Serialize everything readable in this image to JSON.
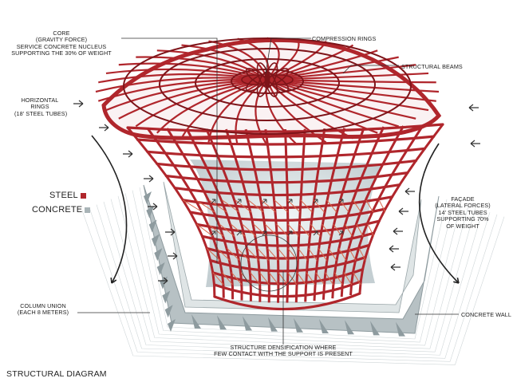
{
  "diagram": {
    "title": "STRUCTURAL DIAGRAM",
    "colors": {
      "steel": "#b0262c",
      "steel_dark": "#7e1419",
      "concrete": "#a9b4b7",
      "glass": "#d9e1e4"
    },
    "legend": {
      "steel_label": "STEEL",
      "concrete_label": "CONCRETE"
    },
    "labels": {
      "core_1": "CORE",
      "core_2": "(GRAVITY FORCE)",
      "core_3": "SERVICE CONCRETE NUCLEUS",
      "core_4": "SUPPORTING THE 30% OF WEIGHT",
      "compression_rings": "COMPRESSION RINGS",
      "structural_beams": "STRUCTURAL BEAMS",
      "horizontal_1": "HORIZONTAL",
      "horizontal_2": "RINGS",
      "horizontal_3": "(18' STEEL TUBES)",
      "facade_1": "FAÇADE",
      "facade_2": "(LATERAL FORCES)",
      "facade_3": "14' STEEL TUBES",
      "facade_4": "SUPPORTING 70%",
      "facade_5": "OF WEIGHT",
      "column_union_1": "COLUMN UNION",
      "column_union_2": "(EACH 8 METERS)",
      "concrete_wall": "CONCRETE WALL",
      "densification_1": "STRUCTURE DENSIFICATION WHERE",
      "densification_2": "FEW CONTACT WITH THE SUPPORT IS PRESENT"
    }
  }
}
